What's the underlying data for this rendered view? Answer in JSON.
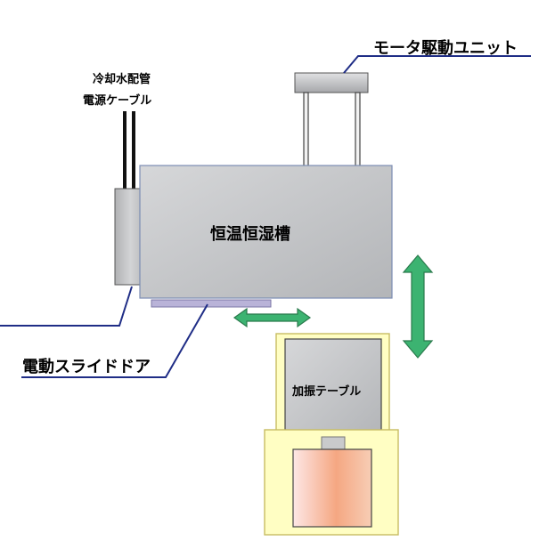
{
  "labels": {
    "motor_unit": "モータ駆動ユニット",
    "cooling_pipe": "冷却水配管",
    "power_cable": "電源ケーブル",
    "chamber": "恒温恒湿槽",
    "slide_door": "電動スライドドア",
    "vibration_table": "加振テーブル"
  },
  "colors": {
    "chamber_fill": "#c4c6c9",
    "chamber_stroke": "#7b8db3",
    "line": "#1f2d86",
    "arrow_fill": "#3cb371",
    "arrow_stroke": "#2a7a4c",
    "shaker_frame": "#fffec3",
    "shaker_stroke": "#c7bc62",
    "door_fill": "#b9b3d8"
  },
  "icons": {
    "vertical_arrow": "double-arrow-vertical",
    "horizontal_arrow": "double-arrow-horizontal"
  }
}
